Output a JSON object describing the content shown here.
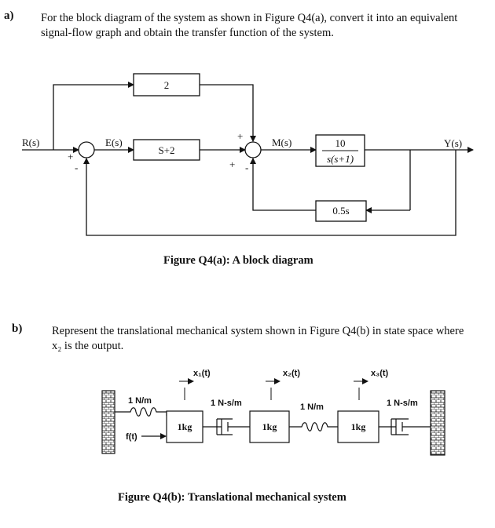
{
  "part_a": {
    "label": "a)",
    "question": "For the block diagram of the system as shown in Figure Q4(a), convert it into an equivalent signal-flow graph and obtain the transfer function of the system.",
    "caption": "Figure Q4(a): A block diagram",
    "signals": {
      "input": "R(s)",
      "error": "E(s)",
      "middle": "M(s)",
      "output": "Y(s)"
    },
    "blocks": {
      "feedforward_gain": "2",
      "controller": "S+2",
      "plant_num": "10",
      "plant_den": "s(s+1)",
      "feedback": "0.5s"
    },
    "signs": {
      "s1_plus": "+",
      "s1_minus": "-",
      "s2_top_plus": "+",
      "s2_left_plus": "+",
      "s2_minus": "-"
    }
  },
  "part_b": {
    "label": "b)",
    "question": "Represent the translational mechanical system shown in Figure Q4(b) in state space where x₂ is the output.",
    "caption": "Figure Q4(b): Translational mechanical system",
    "displacements": [
      "x₁(t)",
      "x₂(t)",
      "x₃(t)"
    ],
    "spring1": "1 N/m",
    "damper1": "1 N-s/m",
    "spring2": "1 N/m",
    "damper2": "1 N-s/m",
    "masses": [
      "1kg",
      "1kg",
      "1kg"
    ],
    "force": "f(t)"
  }
}
